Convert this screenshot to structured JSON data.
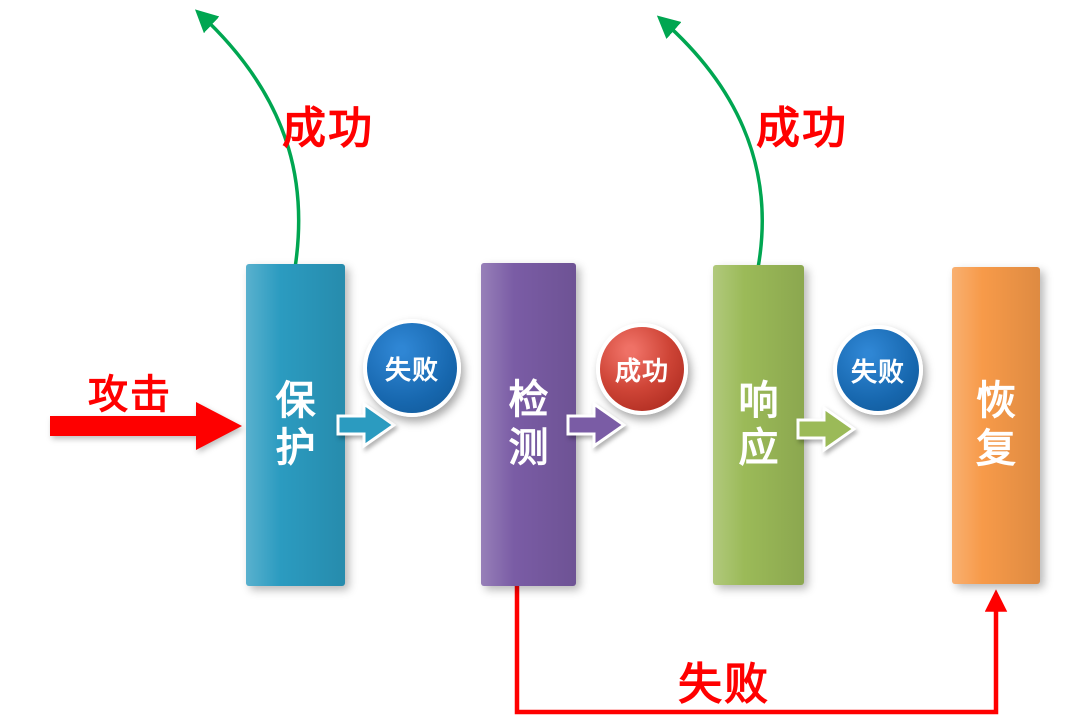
{
  "diagram": {
    "type": "flowchart",
    "attack": {
      "label": "攻击"
    },
    "stages": [
      {
        "id": "protection",
        "label": "保护",
        "color": "#2B9BC0",
        "outcome": "失败"
      },
      {
        "id": "detection",
        "label": "检测",
        "color": "#7A5CA5",
        "outcome": "成功"
      },
      {
        "id": "response",
        "label": "响应",
        "color": "#9BBA58",
        "outcome": "失败"
      },
      {
        "id": "recovery",
        "label": "恢复",
        "color": "#F79A49"
      }
    ],
    "circles": [
      {
        "label": "失败",
        "color": "#1767AE",
        "after": "protection"
      },
      {
        "label": "成功",
        "color": "#C0392B",
        "after": "detection"
      },
      {
        "label": "失败",
        "color": "#1767AE",
        "after": "response"
      }
    ],
    "success_curve_labels": [
      {
        "text": "成功",
        "from": "protection"
      },
      {
        "text": "成功",
        "from": "response"
      }
    ],
    "failure_return_label": "失败",
    "colors": {
      "success_arrow": "#00A651",
      "failure_arrow": "#FF0000",
      "attack_arrow": "#FE0000",
      "label_red": "#FF0000"
    }
  }
}
